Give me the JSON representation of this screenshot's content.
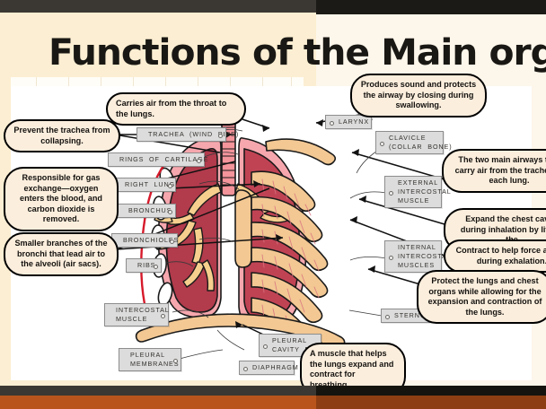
{
  "slide": {
    "title": "Functions of the Main organ",
    "colors": {
      "slide_bg_left": "#fbeed2",
      "slide_bg_right": "#fdf6ea",
      "card": "#ffffff",
      "callout_fill": "#fbeedd",
      "callout_stroke": "#000000",
      "term_fill": "#dcdcdc",
      "lung_light": "#f6a7ae",
      "lung_dark": "#b2384b",
      "lung_mid": "#e2636f",
      "bone": "#f3c893",
      "bronchi": "#f6cf8e",
      "trachea": "#f08b92",
      "chrome_bar": "#3b3833",
      "chrome_accent": "#b9551c"
    }
  },
  "callouts": [
    {
      "id": "trachea",
      "text": "Carries air from the throat to the lungs."
    },
    {
      "id": "larynx",
      "text": "Produces sound and protects the airway by closing during swallowing."
    },
    {
      "id": "cartilage",
      "text": "Prevent the trachea from collapsing."
    },
    {
      "id": "bronchus",
      "text": "The two main airways that carry air from the trachea to each lung."
    },
    {
      "id": "lung",
      "text": "Responsible for gas exchange—oxygen enters the blood, and carbon dioxide is removed."
    },
    {
      "id": "external-ic",
      "text": "Expand the chest cavity during inhalation by lifting the"
    },
    {
      "id": "internal-ic",
      "text": "Contract to help force air out during exhalation."
    },
    {
      "id": "bronchioles",
      "text": "Smaller branches of the bronchi that lead air to the alveoli (air sacs)."
    },
    {
      "id": "ribs",
      "text": "Protect the lungs and chest organs while allowing for the expansion and contraction of the lungs."
    },
    {
      "id": "diaphragm",
      "text": "A muscle that helps the lungs expand and contract for breathing."
    }
  ],
  "terms": [
    {
      "id": "trachea",
      "label": "TRACHEA  (WIND  PIPE)"
    },
    {
      "id": "rings-of-cartilage",
      "label": "RINGS  OF  CARTILAGE"
    },
    {
      "id": "right-lung",
      "label": "RIGHT  LUNG"
    },
    {
      "id": "bronchus",
      "label": "BRONCHUS"
    },
    {
      "id": "bronchioles",
      "label": "BRONCHIOLES"
    },
    {
      "id": "ribs",
      "label": "RIBS"
    },
    {
      "id": "intercostal-muscle",
      "label": "INTERCOSTAL\nMUSCLE"
    },
    {
      "id": "pleural-membranes",
      "label": "PLEURAL\nMEMBRANES"
    },
    {
      "id": "larynx",
      "label": "LARYNX"
    },
    {
      "id": "clavicle",
      "label": "CLAVICLE\n(COLLAR  BONE)"
    },
    {
      "id": "external-intercostal",
      "label": "EXTERNAL\nINTERCOSTAL\nMUSCLE"
    },
    {
      "id": "internal-intercostal",
      "label": "INTERNAL\nINTERCOSTAL\nMUSCLES"
    },
    {
      "id": "sternum",
      "label": "STERNUM"
    },
    {
      "id": "pleural-cavity",
      "label": "PLEURAL\nCAVITY  FLUID"
    },
    {
      "id": "diaphragm",
      "label": "DIAPHRAGM"
    }
  ]
}
